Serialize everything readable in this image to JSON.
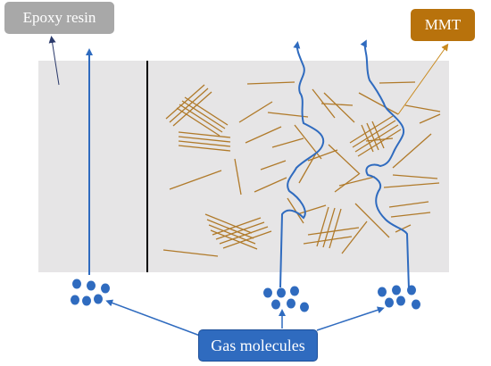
{
  "labels": {
    "epoxy_resin": "Epoxy resin",
    "mmt": "MMT",
    "gas_molecules": "Gas molecules"
  },
  "colors": {
    "matrix_fill": "#e6e5e6",
    "clay_platelet": "#b07a2a",
    "gas_path": "#2f6bbf",
    "divider": "#000000",
    "epoxy_box": "#a8a8a8",
    "mmt_box": "#b8720c",
    "gas_box": "#2f6bbf"
  }
}
